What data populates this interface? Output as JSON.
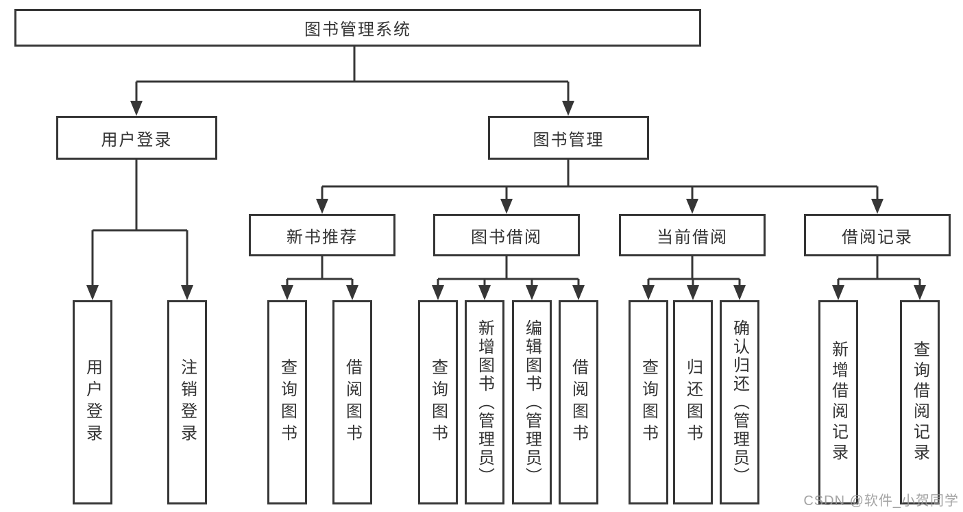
{
  "tree": {
    "root": {
      "label": "图书管理系统"
    },
    "branches": [
      {
        "label": "用户登录",
        "leaves": [
          "用户登录",
          "注销登录"
        ]
      },
      {
        "label": "图书管理",
        "groups": [
          {
            "label": "新书推荐",
            "leaves": [
              "查询图书",
              "借阅图书"
            ]
          },
          {
            "label": "图书借阅",
            "leaves": [
              "查询图书",
              "新增图书（管理员）",
              "编辑图书（管理员）",
              "借阅图书"
            ]
          },
          {
            "label": "当前借阅",
            "leaves": [
              "查询图书",
              "归还图书",
              "确认归还（管理员）"
            ]
          },
          {
            "label": "借阅记录",
            "leaves": [
              "新增借阅记录",
              "查询借阅记录"
            ]
          }
        ]
      }
    ]
  },
  "watermark": "CSDN @软件_小贺同学",
  "colors": {
    "line": "#363636",
    "box_border": "#363636",
    "text": "#333333",
    "watermark": "#969696",
    "background": "#ffffff"
  }
}
